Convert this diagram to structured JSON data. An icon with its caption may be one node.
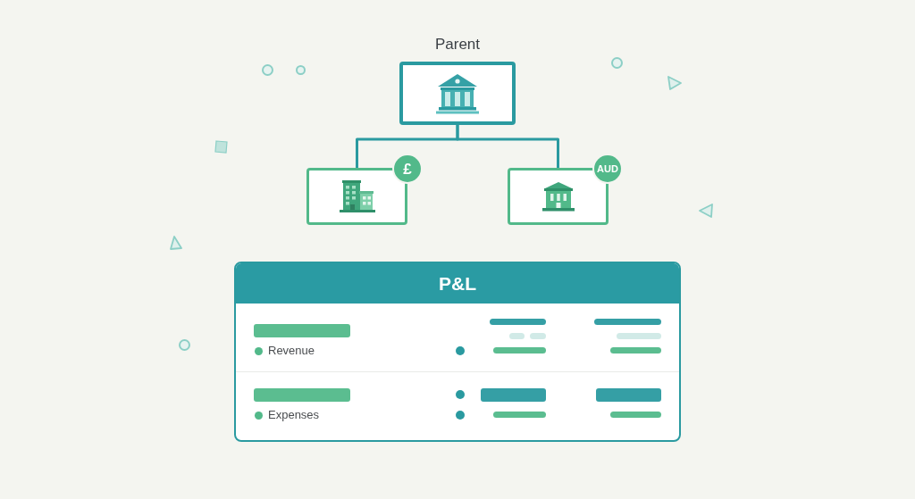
{
  "diagram": {
    "nodes": [
      {
        "text": [
          "Parent"
        ]
      },
      {
        "text": [],
        "shape": "box"
      },
      {
        "text": [
          "£"
        ]
      },
      {
        "text": [],
        "shape": "box"
      },
      {
        "text": [
          "AUD"
        ]
      },
      {
        "text": [
          "P&L"
        ]
      }
    ],
    "edges": [
      {
        "from": 0,
        "to": 1,
        "arrow": "none"
      },
      {
        "from": 0,
        "to": 3,
        "arrow": "none"
      }
    ],
    "labels": [
      "Revenue",
      "Expenses"
    ]
  }
}
